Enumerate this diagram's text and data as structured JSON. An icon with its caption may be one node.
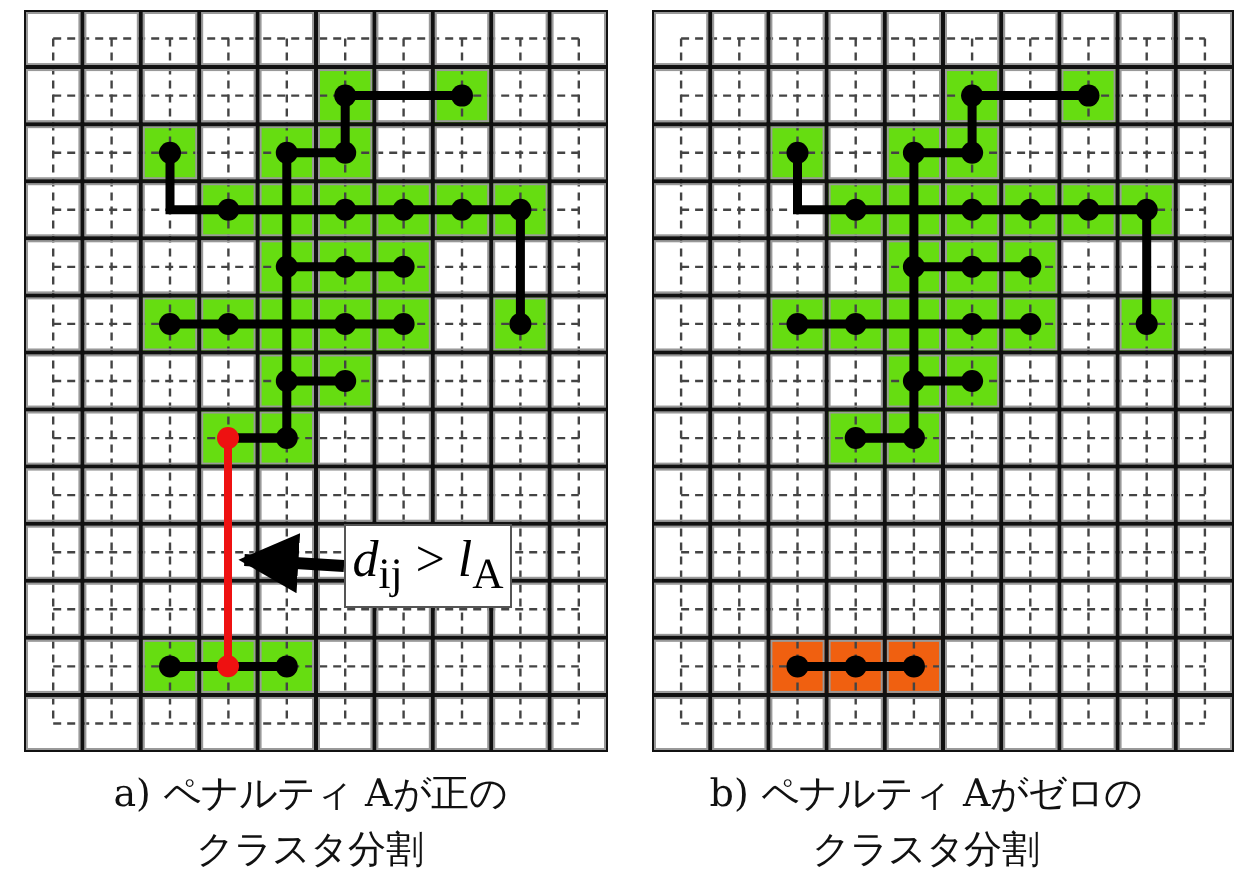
{
  "diagram": {
    "nodes": [
      {
        "text": [
          "*d*$_{ij}$ > *l*$_{A}$"
        ]
      },
      {
        "text": [],
        "shape": "line"
      }
    ],
    "edges": [
      {
        "from": 0,
        "to": 1,
        "arrow": "to"
      }
    ],
    "labels": [
      "a) ペナルティ Aが正のクラスタ分割",
      "b) ペナルティ Aがゼロのクラスタ分割"
    ]
  }
}
